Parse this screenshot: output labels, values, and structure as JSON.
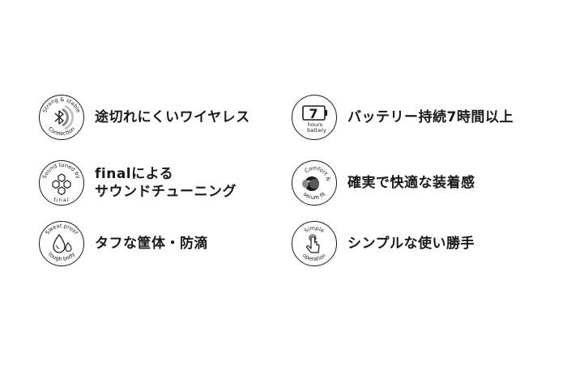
{
  "features": [
    {
      "id": "wireless",
      "badge_arc_top": "Strong & stable",
      "badge_arc_bottom": "Connection",
      "label": "途切れにくいワイヤレス",
      "icon": "bluetooth-icon"
    },
    {
      "id": "battery",
      "badge_number": "7",
      "badge_line1": "hours",
      "badge_line2": "battery",
      "label": "バッテリー持続7時間以上",
      "icon": "battery-icon"
    },
    {
      "id": "sound",
      "badge_arc_top": "Sound tuned by",
      "badge_bottom_text": "final",
      "label_line1": "finalによる",
      "label_line2": "サウンドチューニング",
      "icon": "hexagon-cluster-icon"
    },
    {
      "id": "comfort",
      "badge_arc_top": "Comfort &",
      "badge_arc_bottom": "secure fit",
      "label": "確実で快適な装着感",
      "icon": "earbud-icon"
    },
    {
      "id": "tough",
      "badge_arc_top": "Sweat proof",
      "badge_arc_bottom": "tough body",
      "label": "タフな筐体・防滴",
      "icon": "water-drop-icon"
    },
    {
      "id": "simple",
      "badge_arc_top": "Simple",
      "badge_arc_bottom": "operation",
      "label": "シンプルな使い勝手",
      "icon": "touch-finger-icon"
    }
  ]
}
